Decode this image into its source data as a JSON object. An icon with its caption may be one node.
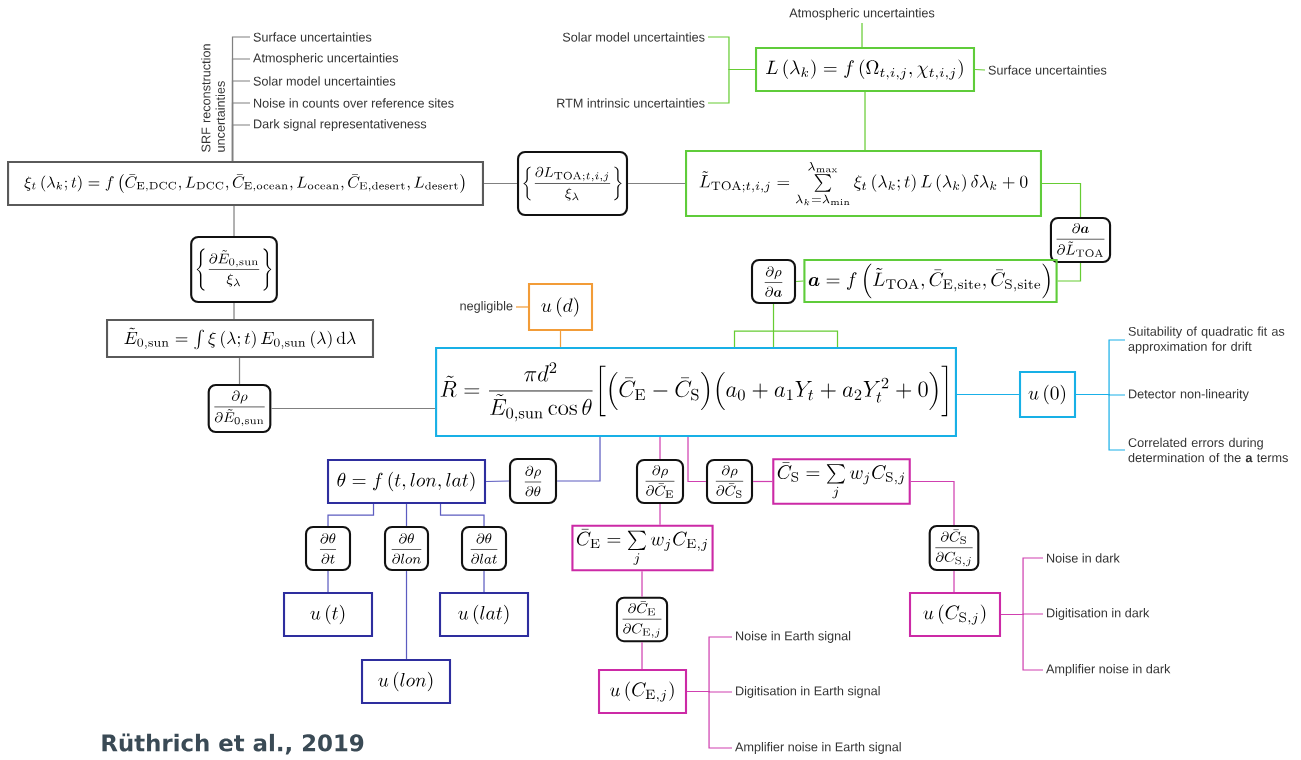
{
  "diagram": {
    "caption": "Rüthrich et al., 2019",
    "nodes": [
      {
        "text": [
          "Surface uncertainties"
        ]
      },
      {
        "text": [
          "Atmospheric uncertainties"
        ]
      },
      {
        "text": [
          "Solar model uncertainties"
        ]
      },
      {
        "text": [
          "Noise in counts over reference sites"
        ]
      },
      {
        "text": [
          "Dark signal representativeness"
        ]
      },
      {
        "text": [
          "\\xi_t\\left(\\lambda_k;t\\right)=f\\left(\\bar{C}_{\\mathrm{E,DCC}},L_{\\mathrm{DCC}},\\bar{C}_{\\mathrm{E,ocean}},L_{\\mathrm{ocean}},\\bar{C}_{\\mathrm{E,desert}},L_{\\mathrm{desert}}\\right)"
        ]
      },
      {
        "text": [
          "\\left\\{\\dfrac{\\partial L_{\\mathrm{TOA};t,i,j}}{\\xi_\\lambda}\\right\\}"
        ]
      },
      {
        "text": [
          "Atmospheric uncertainties"
        ]
      },
      {
        "text": [
          "Solar model uncertainties"
        ]
      },
      {
        "text": [
          "RTM intrinsic uncertainties"
        ]
      },
      {
        "text": [
          "L\\left(\\lambda_k\\right)=f\\left(\\Omega_{t,i,j},\\chi_{t,i,j}\\right)"
        ]
      },
      {
        "text": [
          "Surface uncertainties"
        ]
      },
      {
        "text": [
          "\\tilde{L}_{\\mathrm{TOA};t,i,j}=\\sum\\limits_{\\lambda_k=\\lambda_{\\min}}^{\\lambda_{\\max}}\\xi_t\\left(\\lambda_k;t\\right)L\\left(\\lambda_k\\right)\\delta\\lambda_k+0"
        ]
      },
      {
        "text": [
          "\\dfrac{\\partial\\boldsymbol{a}}{\\partial\\tilde{L}_{\\mathrm{TOA}}}"
        ]
      },
      {
        "text": [
          "\\left\\{\\dfrac{\\partial\\tilde{E}_{0,\\mathrm{sun}}}{\\xi_\\lambda}\\right\\}"
        ]
      },
      {
        "text": [
          "\\dfrac{\\partial\\rho}{\\partial\\boldsymbol{a}}"
        ]
      },
      {
        "text": [
          "\\boldsymbol{a}=f\\left(\\tilde{L}_{\\mathrm{TOA}},\\bar{C}_{\\mathrm{E,site}},\\bar{C}_{\\mathrm{S,site}}\\right)"
        ]
      },
      {
        "text": [
          "negligible"
        ]
      },
      {
        "text": [
          "u\\left(d\\right)"
        ]
      },
      {
        "text": [
          "\\tilde{E}_{0,\\mathrm{sun}}=\\int\\xi\\left(\\lambda;t\\right)E_{0,\\mathrm{sun}}\\left(\\lambda\\right)\\mathrm{d}\\lambda"
        ]
      },
      {
        "text": [
          "\\tilde{R}=\\dfrac{\\pi d^2}{\\tilde{E}_{0,\\mathrm{sun}}\\cos\\theta}\\biggl[\\Bigl(\\bar{C}_{\\mathrm{E}}-\\bar{C}_{\\mathrm{S}}\\Bigr)\\Bigl(a_0+a_1Y_t+a_2Y_t^2+0\\Bigr)\\biggr]"
        ]
      },
      {
        "text": [
          "\\dfrac{\\partial\\rho}{\\partial\\tilde{E}_{0,\\mathrm{sun}}}"
        ]
      },
      {
        "text": [
          "u\\left(0\\right)"
        ]
      },
      {
        "text": [
          "Suitability of quadratic fit as approximation for drift"
        ]
      },
      {
        "text": [
          "Detector non-linearity"
        ]
      },
      {
        "text": [
          "Correlated errors during determination of the **a** terms"
        ]
      },
      {
        "text": [
          "\\theta=f\\left(t,lon,lat\\right)"
        ]
      },
      {
        "text": [
          "\\dfrac{\\partial\\rho}{\\partial\\theta}"
        ]
      },
      {
        "text": [
          "\\dfrac{\\partial\\rho}{\\partial\\bar{C}_{\\mathrm{E}}}"
        ]
      },
      {
        "text": [
          "\\dfrac{\\partial\\rho}{\\partial\\bar{C}_{\\mathrm{S}}}"
        ]
      },
      {
        "text": [
          "\\bar{C}_{\\mathrm{S}}=\\sum\\limits_j w_jC_{\\mathrm{S},j}"
        ]
      },
      {
        "text": [
          "\\dfrac{\\partial\\theta}{\\partial t}"
        ]
      },
      {
        "text": [
          "\\dfrac{\\partial\\theta}{\\partial lon}"
        ]
      },
      {
        "text": [
          "\\dfrac{\\partial\\theta}{\\partial lat}"
        ]
      },
      {
        "text": [
          "\\bar{C}_{\\mathrm{E}}=\\sum\\limits_j w_jC_{\\mathrm{E},j}"
        ]
      },
      {
        "text": [
          "\\dfrac{\\partial\\bar{C}_{\\mathrm{S}}}{\\partial C_{\\mathrm{S},j}}"
        ]
      },
      {
        "text": [
          "u\\left(t\\right)"
        ]
      },
      {
        "text": [
          "u\\left(lat\\right)"
        ]
      },
      {
        "text": [
          "u\\left(C_{\\mathrm{S},j}\\right)"
        ]
      },
      {
        "text": [
          "Noise in dark"
        ]
      },
      {
        "text": [
          "Digitisation in dark"
        ]
      },
      {
        "text": [
          "Amplifier noise in dark"
        ]
      },
      {
        "text": [
          "\\dfrac{\\partial\\bar{C}_{\\mathrm{E}}}{\\partial C_{\\mathrm{E},j}}"
        ]
      },
      {
        "text": [
          "u\\left(lon\\right)"
        ]
      },
      {
        "text": [
          "Noise in Earth signal"
        ]
      },
      {
        "text": [
          "u\\left(C_{\\mathrm{E},j}\\right)"
        ]
      },
      {
        "text": [
          "Digitisation in Earth signal"
        ]
      },
      {
        "text": [
          "Amplifier noise in Earth signal"
        ]
      }
    ],
    "edges": [
      {
        "from": 5,
        "to": 0,
        "arrow": "none",
        "color": "#808080"
      },
      {
        "from": 5,
        "to": 1,
        "arrow": "none",
        "color": "#808080"
      },
      {
        "from": 5,
        "to": 2,
        "arrow": "none",
        "color": "#808080"
      },
      {
        "from": 5,
        "to": 3,
        "arrow": "none",
        "color": "#808080"
      },
      {
        "from": 5,
        "to": 4,
        "arrow": "none",
        "color": "#808080"
      },
      {
        "from": 5,
        "to": 6,
        "arrow": "none",
        "color": "#808080"
      },
      {
        "from": 6,
        "to": 12,
        "arrow": "none",
        "color": "#808080"
      },
      {
        "from": 5,
        "to": 14,
        "arrow": "none",
        "color": "#808080"
      },
      {
        "from": 14,
        "to": 19,
        "arrow": "none",
        "color": "#808080"
      },
      {
        "from": 19,
        "to": 21,
        "arrow": "none",
        "color": "#808080"
      },
      {
        "from": 21,
        "to": 20,
        "arrow": "none",
        "color": "#808080"
      },
      {
        "from": 8,
        "to": 10,
        "arrow": "none",
        "color": "#66cc33"
      },
      {
        "from": 9,
        "to": 10,
        "arrow": "none",
        "color": "#66cc33"
      },
      {
        "from": 7,
        "to": 10,
        "arrow": "none",
        "color": "#66cc33"
      },
      {
        "from": 10,
        "to": 11,
        "arrow": "none",
        "color": "#66cc33"
      },
      {
        "from": 10,
        "to": 12,
        "arrow": "none",
        "color": "#66cc33"
      },
      {
        "from": 12,
        "to": 13,
        "arrow": "none",
        "color": "#66cc33"
      },
      {
        "from": 13,
        "to": 16,
        "arrow": "none",
        "color": "#66cc33"
      },
      {
        "from": 16,
        "to": 15,
        "arrow": "none",
        "color": "#66cc33"
      },
      {
        "from": 15,
        "to": 20,
        "arrow": "none",
        "color": "#66cc33"
      },
      {
        "from": 17,
        "to": 18,
        "arrow": "none",
        "color": "#f29c38"
      },
      {
        "from": 18,
        "to": 20,
        "arrow": "none",
        "color": "#f29c38"
      },
      {
        "from": 20,
        "to": 22,
        "arrow": "none",
        "color": "#1ab0e8"
      },
      {
        "from": 22,
        "to": 23,
        "arrow": "none",
        "color": "#1ab0e8"
      },
      {
        "from": 22,
        "to": 24,
        "arrow": "none",
        "color": "#1ab0e8"
      },
      {
        "from": 22,
        "to": 25,
        "arrow": "none",
        "color": "#1ab0e8"
      },
      {
        "from": 20,
        "to": 27,
        "arrow": "none",
        "color": "#5c5cc0"
      },
      {
        "from": 27,
        "to": 26,
        "arrow": "none",
        "color": "#5c5cc0"
      },
      {
        "from": 26,
        "to": 31,
        "arrow": "none",
        "color": "#5c5cc0"
      },
      {
        "from": 26,
        "to": 32,
        "arrow": "none",
        "color": "#5c5cc0"
      },
      {
        "from": 26,
        "to": 33,
        "arrow": "none",
        "color": "#5c5cc0"
      },
      {
        "from": 31,
        "to": 36,
        "arrow": "none",
        "color": "#5c5cc0"
      },
      {
        "from": 32,
        "to": 43,
        "arrow": "none",
        "color": "#5c5cc0"
      },
      {
        "from": 33,
        "to": 37,
        "arrow": "none",
        "color": "#5c5cc0"
      },
      {
        "from": 20,
        "to": 28,
        "arrow": "none"
      },
      {
        "from": 28,
        "to": 34,
        "arrow": "none"
      },
      {
        "from": 34,
        "to": 42,
        "arrow": "none"
      },
      {
        "from": 42,
        "to": 45,
        "arrow": "none"
      },
      {
        "from": 45,
        "to": 44,
        "arrow": "none"
      },
      {
        "from": 45,
        "to": 46,
        "arrow": "none"
      },
      {
        "from": 45,
        "to": 47,
        "arrow": "none"
      },
      {
        "from": 20,
        "to": 29,
        "arrow": "none"
      },
      {
        "from": 29,
        "to": 30,
        "arrow": "none"
      },
      {
        "from": 30,
        "to": 35,
        "arrow": "none"
      },
      {
        "from": 35,
        "to": 38,
        "arrow": "none"
      },
      {
        "from": 38,
        "to": 39,
        "arrow": "none"
      },
      {
        "from": 38,
        "to": 40,
        "arrow": "none"
      },
      {
        "from": 38,
        "to": 41,
        "arrow": "none"
      }
    ],
    "labels": [
      "SRF reconstruction uncertainties"
    ]
  }
}
